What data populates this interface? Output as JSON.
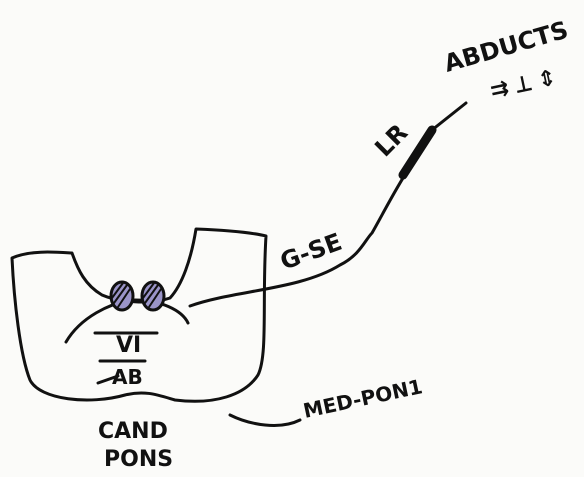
{
  "labels": {
    "abducts": "ABDUCTS",
    "eye": "⇉ ⟂ ⇕",
    "lr": "LR",
    "gse": "G-SE",
    "nucleus_number": "VI",
    "nucleus_name": "AB",
    "region": "MED-PON1",
    "location_line1": "CAND",
    "location_line2": "PONS"
  },
  "colors": {
    "ink": "#111111",
    "paper": "#fbfbf9",
    "nucleus_fill": "#9a94c8"
  }
}
